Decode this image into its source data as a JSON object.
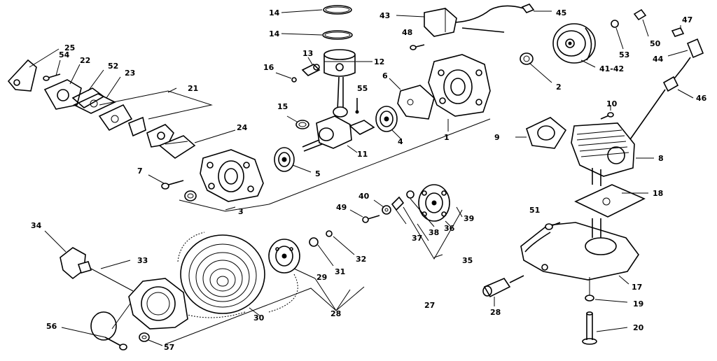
{
  "labels": {
    "p1": "1",
    "p2": "2",
    "p3": "3",
    "p4": "4",
    "p5": "5",
    "p6": "6",
    "p7": "7",
    "p8": "8",
    "p9": "9",
    "p10": "10",
    "p11": "11",
    "p12": "12",
    "p13": "13",
    "p14a": "14",
    "p14b": "14",
    "p15": "15",
    "p16": "16",
    "p17": "17",
    "p18": "18",
    "p19": "19",
    "p20": "20",
    "p21": "21",
    "p22": "22",
    "p23": "23",
    "p24": "24",
    "p25": "25",
    "p27": "27",
    "p28a": "28",
    "p28b": "28",
    "p29": "29",
    "p30": "30",
    "p31": "31",
    "p32": "32",
    "p33": "33",
    "p34": "34",
    "p35": "35",
    "p36": "36",
    "p37": "37",
    "p38": "38",
    "p39": "39",
    "p40": "40",
    "p4142": "41-42",
    "p43": "43",
    "p44": "44",
    "p45": "45",
    "p46": "46",
    "p47": "47",
    "p48": "48",
    "p49": "49",
    "p50": "50",
    "p51": "51",
    "p52": "52",
    "p53": "53",
    "p54": "54",
    "p55": "55",
    "p56": "56",
    "p57": "57"
  },
  "colors": {
    "ink": "#000000",
    "paper": "#ffffff"
  }
}
